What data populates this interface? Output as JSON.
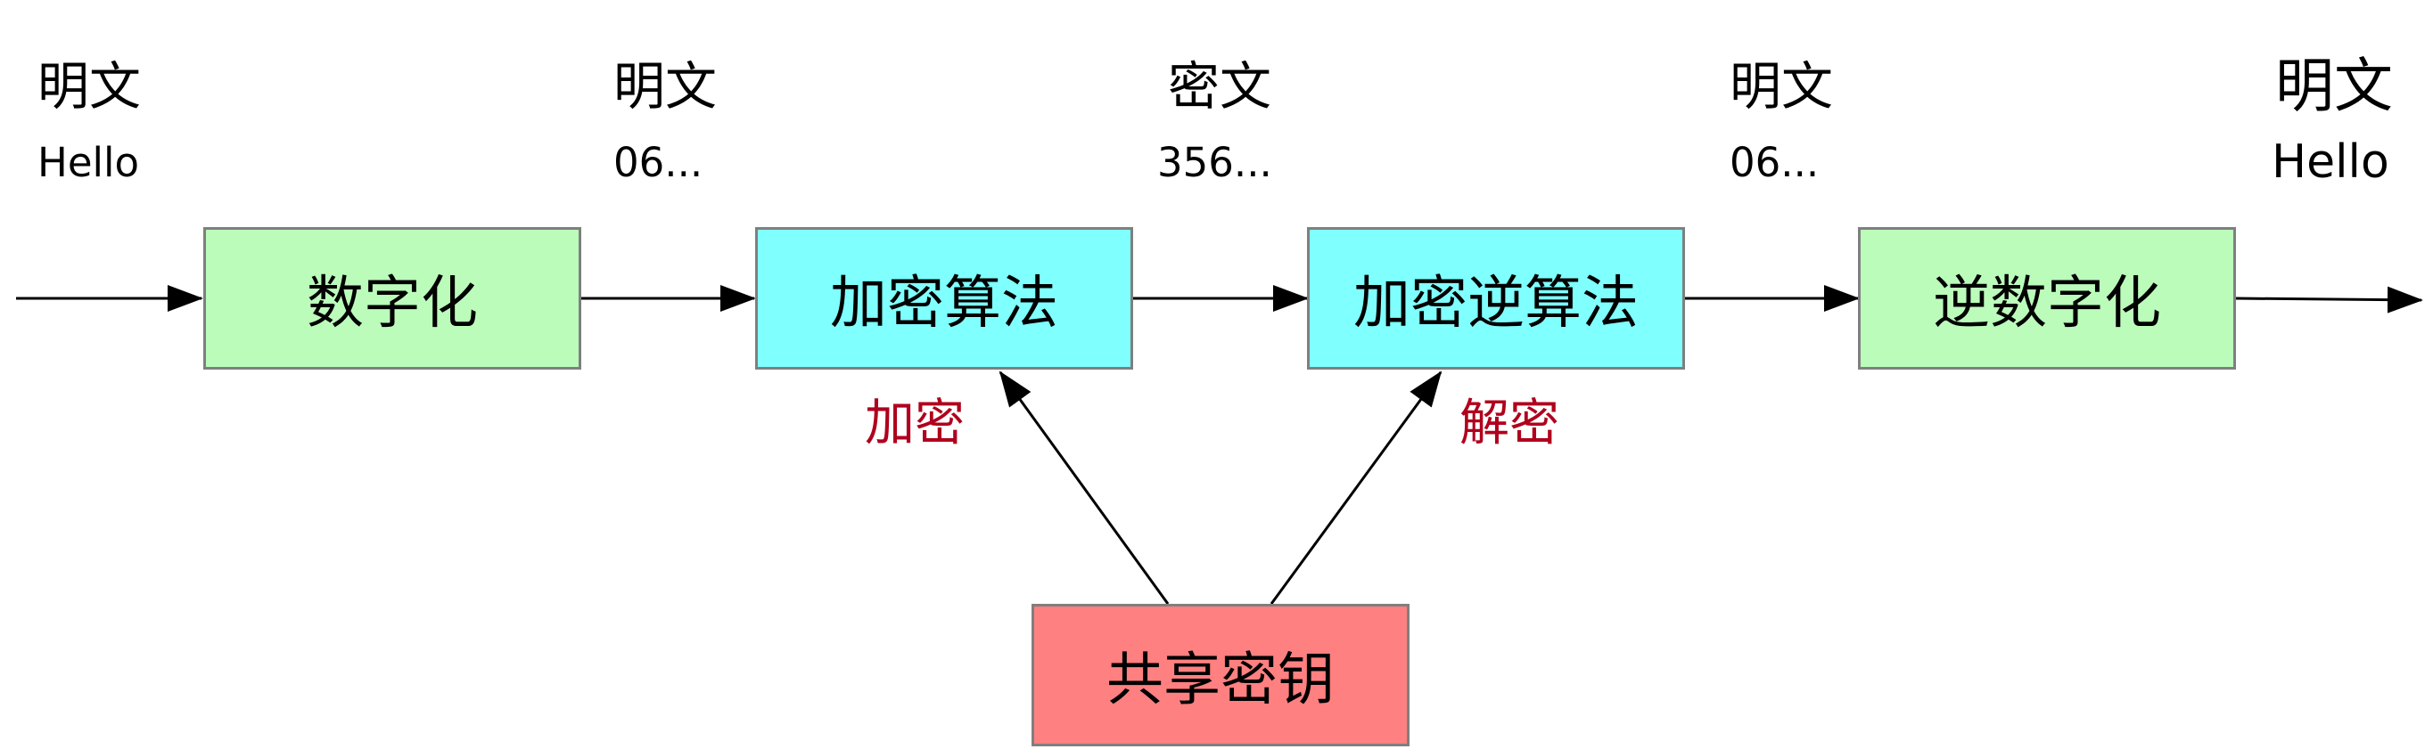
{
  "colors": {
    "digitize_box": "#bbfcbb",
    "cipher_box": "#80ffff",
    "key_box": "#ff8080",
    "op_label": "#b0001d",
    "arrow": "#000000",
    "border": "#7f7f7f"
  },
  "stages": [
    {
      "title": "明文",
      "value": "Hello"
    },
    {
      "title": "明文",
      "value": "06..."
    },
    {
      "title": "密文",
      "value": "356..."
    },
    {
      "title": "明文",
      "value": "06..."
    },
    {
      "title": "明文",
      "value": "Hello"
    }
  ],
  "boxes": {
    "digitize": "数字化",
    "encrypt_algo": "加密算法",
    "decrypt_algo": "加密逆算法",
    "undigitize": "逆数字化",
    "shared_key": "共享密钥"
  },
  "ops": {
    "encrypt": "加密",
    "decrypt": "解密"
  }
}
